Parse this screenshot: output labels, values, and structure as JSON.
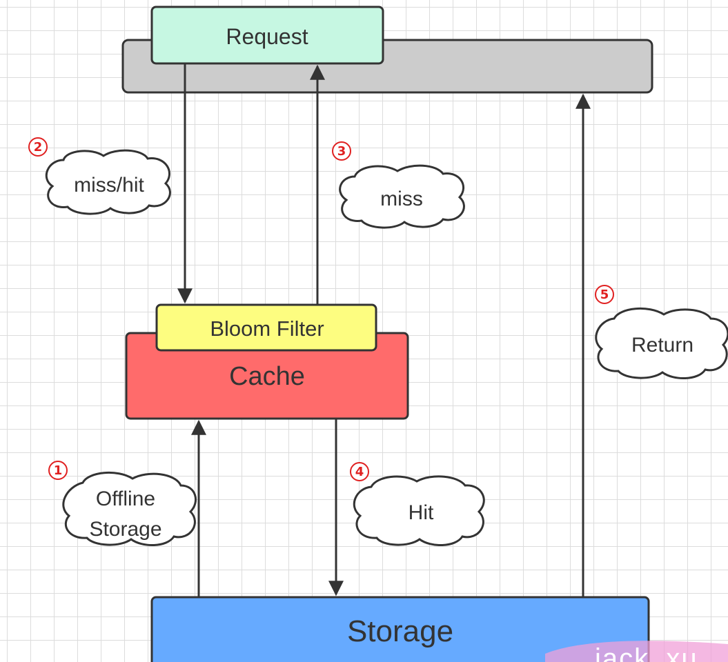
{
  "boxes": {
    "request": {
      "label": "Request",
      "fill": "#c6f7e2"
    },
    "bloom_filter": {
      "label": "Bloom Filter",
      "fill": "#fdfd80"
    },
    "cache": {
      "label": "Cache",
      "fill": "#ff6b6b"
    },
    "storage": {
      "label": "Storage",
      "fill": "#66aaff"
    },
    "gateway_bar": {
      "fill": "#cccccc"
    }
  },
  "steps": [
    {
      "number": "②",
      "label": "miss/hit"
    },
    {
      "number": "③",
      "label": "miss"
    },
    {
      "number": "①",
      "label_lines": [
        "Offline",
        "Storage"
      ]
    },
    {
      "number": "④",
      "label": "Hit"
    },
    {
      "number": "⑤",
      "label": "Return"
    }
  ],
  "colors": {
    "step_marker": "#e02020",
    "arrow": "#333333",
    "box_stroke": "#333333",
    "watermark_band": "#f0a0d8"
  },
  "watermark": {
    "text": "jack_xu"
  }
}
